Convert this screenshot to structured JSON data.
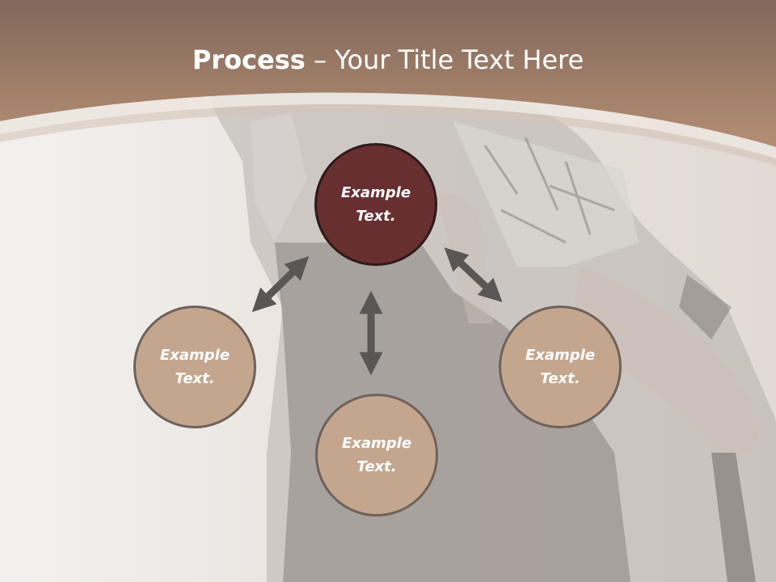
{
  "title": {
    "bold": "Process",
    "rest": " – Your Title Text Here"
  },
  "nodes": {
    "top": {
      "label": "Example Text."
    },
    "left": {
      "label": "Example Text."
    },
    "right": {
      "label": "Example Text."
    },
    "bottom": {
      "label": "Example Text."
    }
  },
  "colors": {
    "header_band": "#a48068",
    "center_fill": "#682f31",
    "outer_fill": "#c4a68f",
    "arrow": "#5a5654"
  }
}
